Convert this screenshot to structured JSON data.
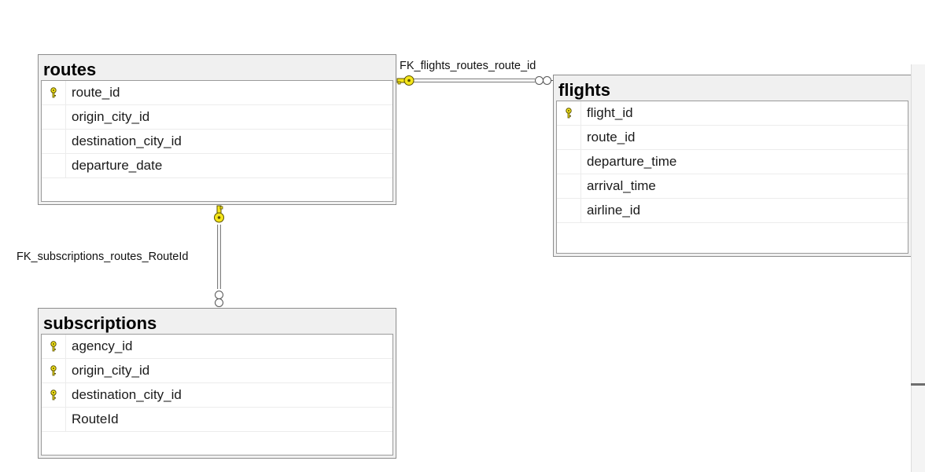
{
  "tables": {
    "routes": {
      "title": "routes",
      "columns": [
        {
          "name": "route_id",
          "primary_key": true
        },
        {
          "name": "origin_city_id",
          "primary_key": false
        },
        {
          "name": "destination_city_id",
          "primary_key": false
        },
        {
          "name": "departure_date",
          "primary_key": false
        }
      ]
    },
    "flights": {
      "title": "flights",
      "columns": [
        {
          "name": "flight_id",
          "primary_key": true
        },
        {
          "name": "route_id",
          "primary_key": false
        },
        {
          "name": "departure_time",
          "primary_key": false
        },
        {
          "name": "arrival_time",
          "primary_key": false
        },
        {
          "name": "airline_id",
          "primary_key": false
        }
      ]
    },
    "subscriptions": {
      "title": "subscriptions",
      "columns": [
        {
          "name": "agency_id",
          "primary_key": true
        },
        {
          "name": "origin_city_id",
          "primary_key": true
        },
        {
          "name": "destination_city_id",
          "primary_key": true
        },
        {
          "name": "RouteId",
          "primary_key": false
        }
      ]
    }
  },
  "relationships": [
    {
      "name": "FK_flights_routes_route_id",
      "one_side": "routes",
      "many_side": "flights",
      "one_icon": "key-icon",
      "many_icon": "infinity-icon"
    },
    {
      "name": "FK_subscriptions_routes_RouteId",
      "one_side": "routes",
      "many_side": "subscriptions",
      "one_icon": "key-icon",
      "many_icon": "infinity-icon"
    }
  ],
  "colors": {
    "key_yellow": "#f5e61a",
    "key_outline": "#5a5000",
    "table_header_bg": "#f0f0f0",
    "table_border": "#8c8c8c",
    "relationship_line": "#6e6e6e"
  }
}
